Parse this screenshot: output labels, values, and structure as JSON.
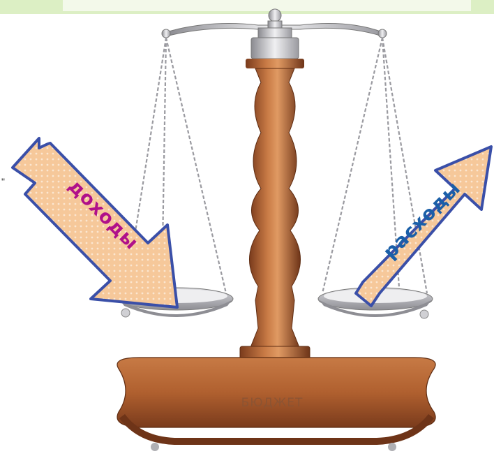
{
  "labels": {
    "income": "доходы",
    "expense": "расходы",
    "base": "БЮДЖЕТ",
    "stray_mark": "\""
  },
  "colors": {
    "top_band": "#dcefc4",
    "wood": "#b8693a",
    "wood_dark": "#7a3b1c",
    "metal": "#c8c8cc",
    "arrow_fill": "#f6c89a",
    "arrow_stroke": "#3a4fa8",
    "income_text": "#b0108a",
    "expense_text": "#1a5fa8"
  },
  "icons": [
    "balance-scale-icon",
    "arrow-down-right-icon",
    "arrow-up-right-icon"
  ]
}
